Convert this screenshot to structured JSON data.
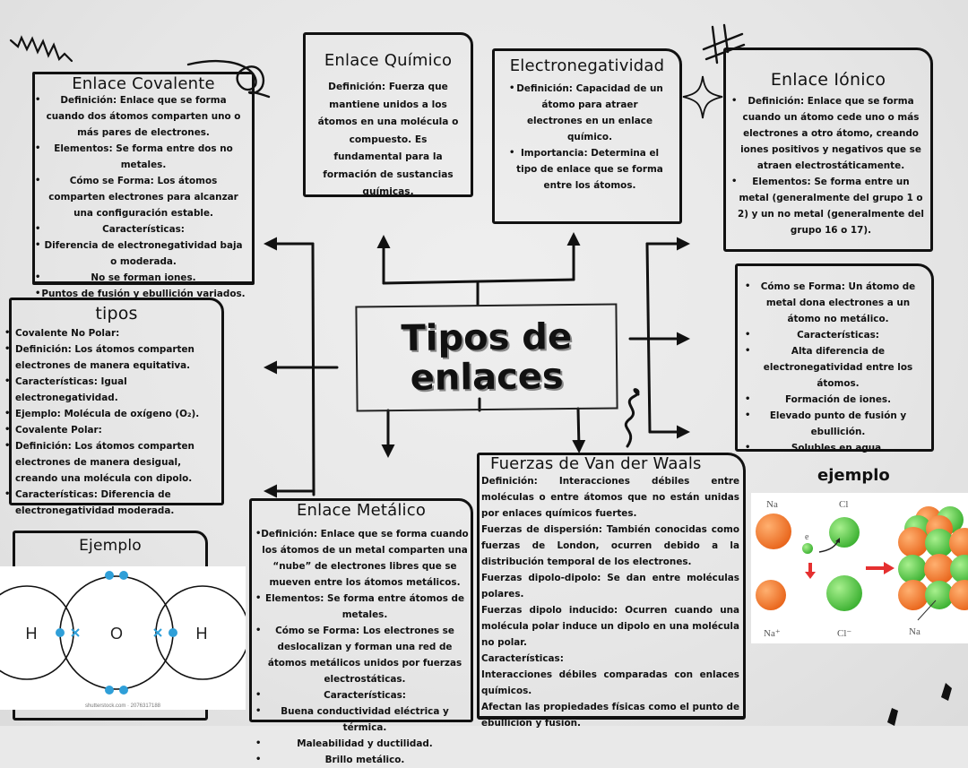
{
  "central": {
    "line1": "Tipos de",
    "line2": "enlaces"
  },
  "covalente": {
    "title": "Enlace Covalente",
    "items": [
      "Definición: Enlace que se forma cuando dos átomos comparten uno o más pares de electrones.",
      "Elementos: Se forma entre dos no metales.",
      "Cómo se Forma: Los átomos comparten electrones para alcanzar una configuración estable.",
      "Características:",
      "Diferencia de electronegatividad baja o moderada.",
      "No se forman iones.",
      "Puntos de fusión y ebullición variados."
    ]
  },
  "quimico": {
    "title": "Enlace Químico",
    "text": "Definición: Fuerza que mantiene unidos a los átomos en una molécula o compuesto. Es fundamental para la formación de sustancias químicas."
  },
  "electronegatividad": {
    "title": "Electronegatividad",
    "items": [
      "Definición: Capacidad de un átomo para atraer electrones en un enlace químico.",
      "Importancia: Determina el tipo de enlace que se forma entre los átomos."
    ]
  },
  "ionico": {
    "title": "Enlace Iónico",
    "items": [
      "Definición: Enlace que se forma cuando un átomo cede uno o más electrones a otro átomo, creando iones positivos y negativos que se atraen electrostáticamente.",
      "Elementos: Se forma entre un metal (generalmente del grupo 1 o 2) y un no metal (generalmente del grupo 16 o 17)."
    ]
  },
  "ionico2": {
    "items": [
      "Cómo se Forma: Un átomo de metal dona electrones a un átomo no metálico.",
      "Características:",
      "Alta diferencia de electronegatividad entre los átomos.",
      "Formación de iones.",
      "Elevado punto de fusión y ebullición.",
      "Solubles en agua."
    ]
  },
  "tipos": {
    "title": "tipos",
    "items": [
      "Covalente No Polar:",
      "Definición: Los átomos comparten electrones de manera equitativa.",
      "Características: Igual electronegatividad.",
      "Ejemplo: Molécula de oxígeno (O₂).",
      "Covalente Polar:",
      "Definición: Los átomos comparten electrones de manera desigual, creando una molécula con dipolo.",
      "Características: Diferencia de electronegatividad moderada."
    ]
  },
  "metalico": {
    "title": "Enlace Metálico",
    "items": [
      "Definición: Enlace que se forma cuando los átomos de un metal comparten una “nube” de electrones libres que se mueven entre los átomos metálicos.",
      "Elementos: Se forma entre átomos de metales.",
      "Cómo se Forma: Los electrones se deslocalizan y forman una red de átomos metálicos unidos por fuerzas electrostáticas.",
      "Características:",
      "Buena conductividad eléctrica y térmica.",
      "Maleabilidad y ductilidad.",
      "Brillo metálico."
    ]
  },
  "vanderwaals": {
    "title": "Fuerzas de Van der Waals",
    "items": [
      "Definición: Interacciones débiles entre moléculas o entre átomos que no están unidas por enlaces químicos fuertes.",
      "Fuerzas de dispersión: También conocidas como fuerzas de London, ocurren debido a la distribución temporal de los electrones.",
      "Fuerzas dipolo-dipolo: Se dan entre moléculas polares.",
      "Fuerzas dipolo inducido: Ocurren cuando una molécula polar induce un dipolo en una molécula no polar.",
      "Características:",
      "Interacciones débiles comparadas con enlaces químicos.",
      "Afectan las propiedades físicas como el punto de ebullición y fusión."
    ]
  },
  "ejemplo_agua": {
    "title": "Ejemplo",
    "atoms": [
      "H",
      "O",
      "H"
    ],
    "credit": "shutterstock.com · 2076317188",
    "colors": {
      "electron": "#2f9fd8"
    }
  },
  "ejemplo_nacl": {
    "title": "ejemplo",
    "labels": {
      "na": "Na",
      "cl": "Cl",
      "e": "e",
      "na_ion": "Na⁺",
      "cl_ion": "Cl⁻",
      "na_lattice": "Na"
    },
    "colors": {
      "sodium": "#f07a28",
      "chlorine": "#5bc84a",
      "arrow": "#e53030"
    }
  }
}
